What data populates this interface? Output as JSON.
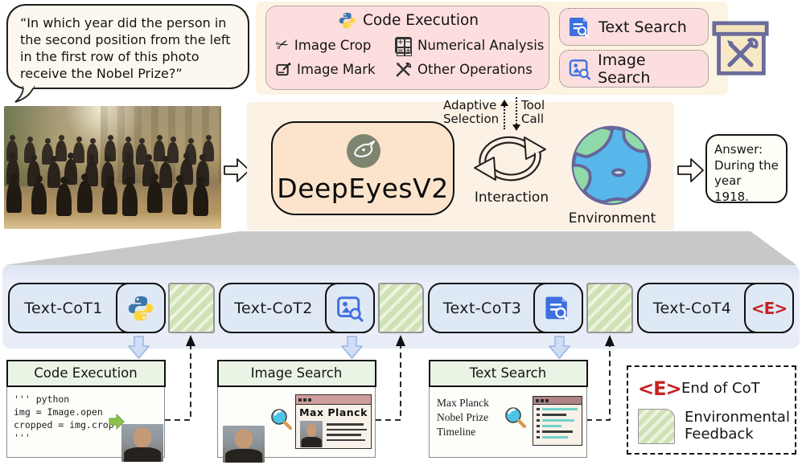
{
  "question": {
    "text": "“In which year did the person in the second position from the left in the first row of this photo receive the Nobel Prize?”"
  },
  "toolbox_panel": {
    "code_execution": {
      "title": "Code Execution",
      "tools": [
        {
          "icon": "image-crop-scissors-icon",
          "label": "Image Crop"
        },
        {
          "icon": "numerical-analysis-calculator-icon",
          "label": "Numerical Analysis"
        },
        {
          "icon": "image-mark-icon",
          "label": "Image Mark"
        },
        {
          "icon": "other-operations-tools-icon",
          "label": "Other Operations"
        }
      ]
    },
    "text_search_label": "Text Search",
    "image_search_label": "Image Search"
  },
  "agent": {
    "name": "DeepEyesV2",
    "adaptive_selection_label": "Adaptive Selection",
    "tool_call_label": "Tool Call",
    "interaction_label": "Interaction",
    "environment_label": "Environment"
  },
  "answer": {
    "text": "Answer: During the year 1918."
  },
  "cot_sequence": [
    {
      "label": "Text-CoT1",
      "tool": "code-execution-python"
    },
    {
      "label": "Text-CoT2",
      "tool": "image-search"
    },
    {
      "label": "Text-CoT3",
      "tool": "text-search"
    },
    {
      "label": "Text-CoT4",
      "tool": "end-of-cot",
      "symbol": "<E>"
    }
  ],
  "detail_panels": {
    "code_execution": {
      "title": "Code Execution",
      "code": [
        "''' python",
        "img = Image.open",
        "cropped = img.crop",
        "'''"
      ]
    },
    "image_search": {
      "title": "Image Search",
      "result_title": "Max Planck"
    },
    "text_search": {
      "title": "Text Search",
      "query": [
        "Max Planck",
        "Nobel Prize",
        "Timeline"
      ]
    }
  },
  "legend": {
    "end_symbol": "<E>",
    "end_label": "End of CoT",
    "feedback_label": "Environmental Feedback"
  },
  "colors": {
    "cream": "#fdf3e2",
    "pink": "#fbdedd",
    "peach": "#fbe4cb",
    "bottom_blue": "#e7ecf7",
    "cot_fill": "#dfe9f5",
    "hatch_green": "#cfe2b6",
    "accent_blue": "#3e6fe0",
    "end_red": "#c42222",
    "python_blue": "#3b77a8",
    "python_yellow": "#ffd43b"
  }
}
